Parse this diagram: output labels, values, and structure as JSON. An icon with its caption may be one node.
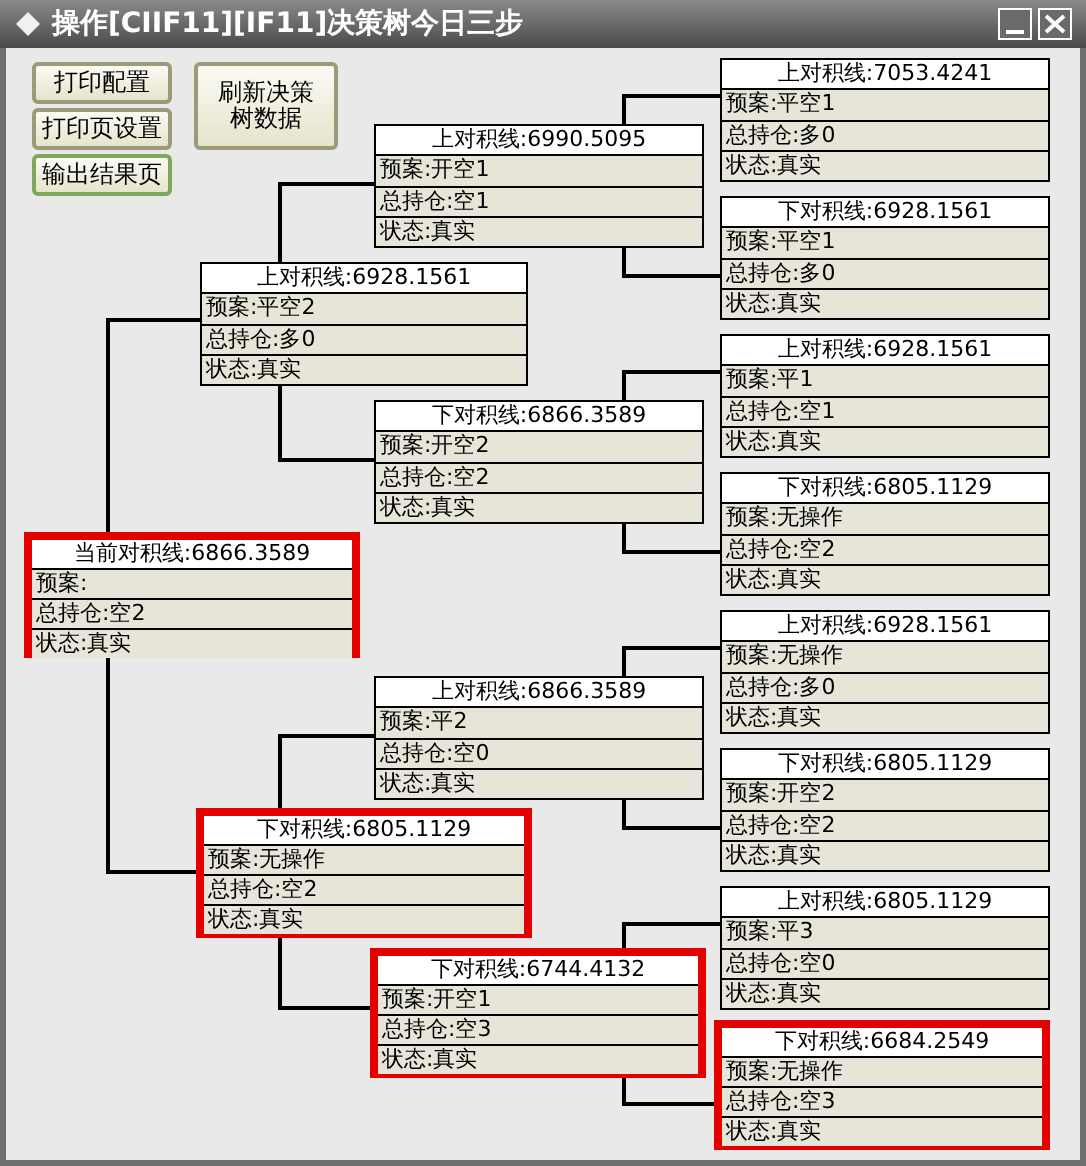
{
  "diagram": {
    "title": "操作[CIIF11][IF11]决策树今日三步",
    "nodes": [
      {
        "text": [
          "当前对积线:6866.3589",
          "预案:",
          "总持仓:空2",
          "状态:真实"
        ]
      },
      {
        "text": [
          "上对积线:6928.1561",
          "预案:平空2",
          "总持仓:多0",
          "状态:真实"
        ]
      },
      {
        "text": [
          "上对积线:6990.5095",
          "预案:开空1",
          "总持仓:空1",
          "状态:真实"
        ]
      },
      {
        "text": [
          "上对积线:7053.4241",
          "预案:平空1",
          "总持仓:多0",
          "状态:真实"
        ]
      },
      {
        "text": [
          "下对积线:6928.1561",
          "预案:平空1",
          "总持仓:多0",
          "状态:真实"
        ]
      },
      {
        "text": [
          "下对积线:6866.3589",
          "预案:开空2",
          "总持仓:空2",
          "状态:真实"
        ]
      },
      {
        "text": [
          "上对积线:6928.1561",
          "预案:平1",
          "总持仓:空1",
          "状态:真实"
        ]
      },
      {
        "text": [
          "下对积线:6805.1129",
          "预案:无操作",
          "总持仓:空2",
          "状态:真实"
        ]
      },
      {
        "text": [
          "下对积线:6805.1129",
          "预案:无操作",
          "总持仓:空2",
          "状态:真实"
        ]
      },
      {
        "text": [
          "上对积线:6866.3589",
          "预案:平2",
          "总持仓:空0",
          "状态:真实"
        ]
      },
      {
        "text": [
          "上对积线:6928.1561",
          "预案:无操作",
          "总持仓:多0",
          "状态:真实"
        ]
      },
      {
        "text": [
          "下对积线:6805.1129",
          "预案:开空2",
          "总持仓:空2",
          "状态:真实"
        ]
      },
      {
        "text": [
          "下对积线:6744.4132",
          "预案:开空1",
          "总持仓:空3",
          "状态:真实"
        ]
      },
      {
        "text": [
          "上对积线:6805.1129",
          "预案:平3",
          "总持仓:空0",
          "状态:真实"
        ]
      },
      {
        "text": [
          "下对积线:6684.2549",
          "预案:无操作",
          "总持仓:空3",
          "状态:真实"
        ]
      }
    ],
    "edges": [
      {
        "from": 0,
        "to": 1,
        "arrow": "none"
      },
      {
        "from": 1,
        "to": 2,
        "arrow": "none"
      },
      {
        "from": 2,
        "to": 3,
        "arrow": "none"
      },
      {
        "from": 2,
        "to": 4,
        "arrow": "none"
      },
      {
        "from": 1,
        "to": 5,
        "arrow": "none"
      },
      {
        "from": 5,
        "to": 6,
        "arrow": "none"
      },
      {
        "from": 5,
        "to": 7,
        "arrow": "none"
      },
      {
        "from": 0,
        "to": 8,
        "arrow": "none"
      },
      {
        "from": 8,
        "to": 9,
        "arrow": "none"
      },
      {
        "from": 9,
        "to": 10,
        "arrow": "none"
      },
      {
        "from": 9,
        "to": 11,
        "arrow": "none"
      },
      {
        "from": 8,
        "to": 12,
        "arrow": "none"
      },
      {
        "from": 12,
        "to": 13,
        "arrow": "none"
      },
      {
        "from": 12,
        "to": 14,
        "arrow": "none"
      }
    ],
    "labels": [
      "打印配置",
      "打印页设置",
      "输出结果页",
      "刷新决策树数据"
    ]
  }
}
